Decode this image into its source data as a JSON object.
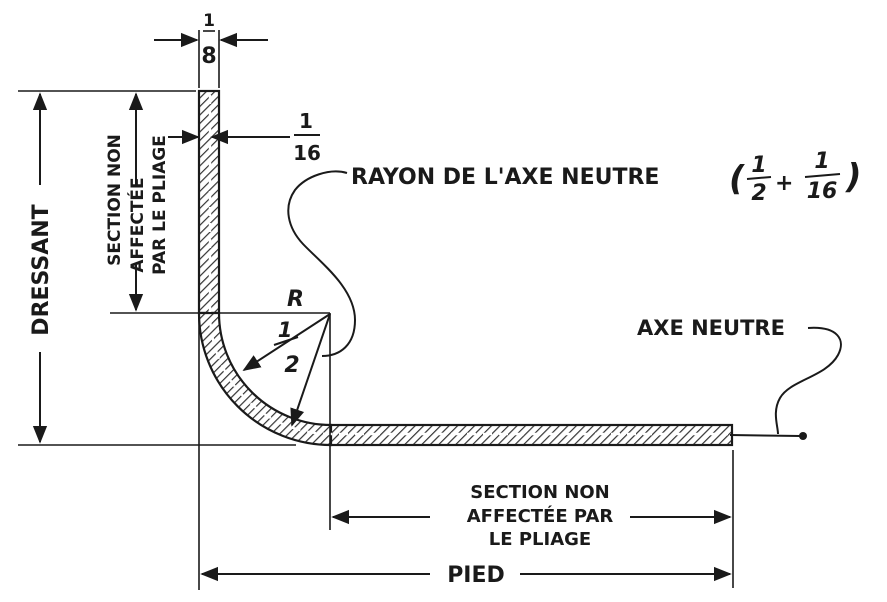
{
  "diagram": {
    "thickness_label": {
      "num": "1",
      "den": "8"
    },
    "offset_label": {
      "num": "1",
      "den": "16"
    },
    "dressant_label": "DRESSANT",
    "section_vertical": [
      "SECTION NON",
      "AFFECTÉE",
      "PAR LE PLIAGE"
    ],
    "radius_title": "RAYON DE L'AXE NEUTRE",
    "radius_formula": {
      "a_num": "1",
      "a_den": "2",
      "plus": "+",
      "b_num": "1",
      "b_den": "16",
      "open": "(",
      "close": ")"
    },
    "radius_symbol": "R",
    "radius_value": {
      "num": "1",
      "den": "2"
    },
    "axe_neutre_label": "AXE NEUTRE",
    "section_horizontal": [
      "SECTION NON",
      "AFFECTÉE PAR",
      "LE PLIAGE"
    ],
    "pied_label": "PIED",
    "colors": {
      "ink": "#1a1a1a",
      "paper": "#ffffff",
      "hatch": "#444444"
    }
  }
}
